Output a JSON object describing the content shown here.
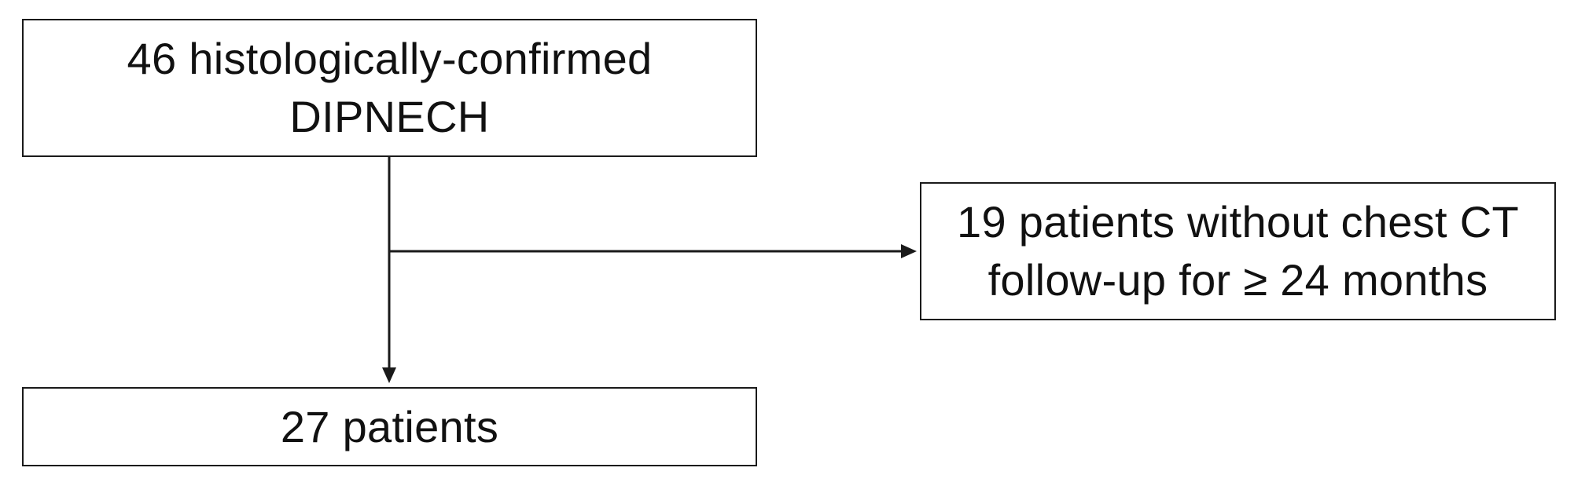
{
  "boxes": {
    "top": {
      "line1": "46 histologically-confirmed",
      "line2": "DIPNECH"
    },
    "side": {
      "line1": "19 patients without chest CT",
      "line2": "follow-up for ≥ 24 months"
    },
    "bottom": {
      "line1": "27 patients"
    }
  },
  "colors": {
    "stroke": "#1a1a1a",
    "background": "#ffffff"
  }
}
